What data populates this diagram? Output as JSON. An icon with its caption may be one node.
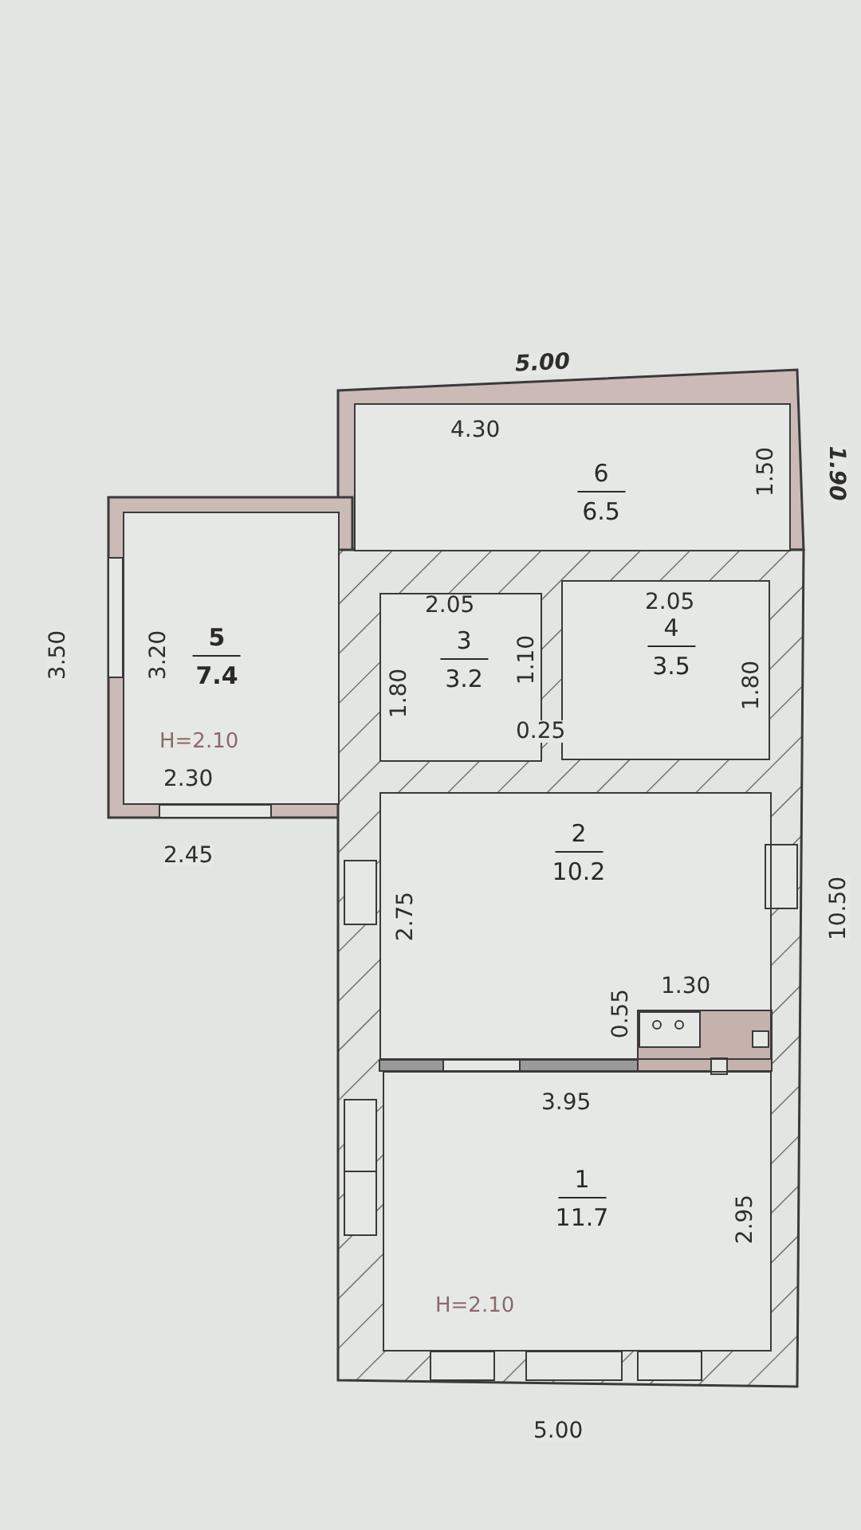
{
  "diagram": {
    "nodes": [
      {
        "text": [
          "6",
          "6.5"
        ]
      },
      {
        "text": [
          "5",
          "7.4",
          "H=2.10"
        ]
      },
      {
        "text": [
          "3",
          "3.2"
        ]
      },
      {
        "text": [
          "4",
          "3.5"
        ]
      },
      {
        "text": [
          "2",
          "10.2"
        ]
      },
      {
        "text": [
          "1",
          "11.7",
          "H=2.10"
        ]
      }
    ],
    "labels": [
      "5.00",
      "4.30",
      "1.50",
      "1.90",
      "3.50",
      "3.20",
      "2.05",
      "1.10",
      "2.05",
      "1.80",
      "1.80",
      "0.25",
      "2.30",
      "2.45",
      "2.75",
      "10.50",
      "1.30",
      "0.55",
      "3.95",
      "2.95",
      "5.00"
    ]
  }
}
